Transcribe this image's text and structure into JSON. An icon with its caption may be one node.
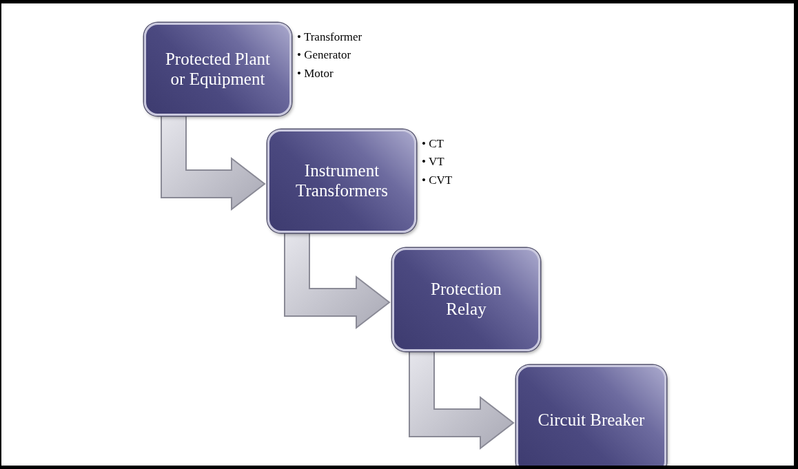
{
  "diagram": {
    "nodes": [
      {
        "text": [
          "Protected Plant or Equipment"
        ],
        "beside": [
          "• Transformer",
          "• Generator",
          "• Motor"
        ]
      },
      {
        "text": [
          "Instrument Transformers"
        ],
        "beside": [
          "• CT",
          "• VT",
          "• CVT"
        ]
      },
      {
        "text": [
          "Protection Relay"
        ]
      },
      {
        "text": [
          "Circuit Breaker"
        ]
      }
    ],
    "edges": [
      {
        "from": 0,
        "to": 1,
        "arrow": "to"
      },
      {
        "from": 1,
        "to": 2,
        "arrow": "to"
      },
      {
        "from": 2,
        "to": 3,
        "arrow": "to"
      }
    ]
  }
}
